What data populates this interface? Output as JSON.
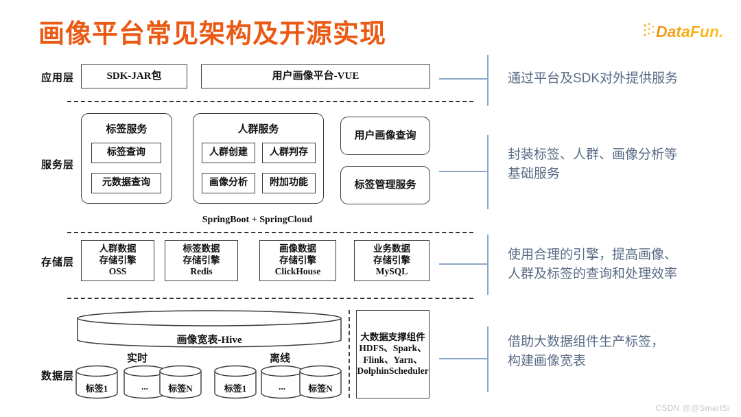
{
  "title": "画像平台常见架构及开源实现",
  "brand": {
    "logo_text": "DataFun.",
    "logo_name": "datafun-logo"
  },
  "watermark": "CSDN @@SmartSi",
  "colors": {
    "title_orange": "#EA5A14",
    "logo_orange": "#F0951E",
    "logo_yellow": "#FBC02D",
    "annotation_blue": "#5a6b86",
    "bracket_blue": "#8aa7c8",
    "box_border": "#3a3a3a"
  },
  "layers": {
    "app": {
      "label": "应用层"
    },
    "service": {
      "label": "服务层"
    },
    "storage": {
      "label": "存储层"
    },
    "data": {
      "label": "数据层"
    }
  },
  "app_layer": {
    "boxes": [
      {
        "label": "SDK-JAR包"
      },
      {
        "label": "用户画像平台-VUE"
      }
    ]
  },
  "service_layer": {
    "groups": [
      {
        "title": "标签服务",
        "items": [
          {
            "label": "标签查询"
          },
          {
            "label": "元数据查询"
          }
        ]
      },
      {
        "title": "人群服务",
        "items": [
          {
            "label": "人群创建"
          },
          {
            "label": "人群判存"
          },
          {
            "label": "画像分析"
          },
          {
            "label": "附加功能"
          }
        ]
      }
    ],
    "side_boxes": [
      {
        "label": "用户画像查询"
      },
      {
        "label": "标签管理服务"
      }
    ],
    "framework_caption": "SpringBoot + SpringCloud"
  },
  "storage_layer": {
    "engines": [
      {
        "line1": "人群数据",
        "line2": "存储引擎",
        "line3": "OSS"
      },
      {
        "line1": "标签数据",
        "line2": "存储引擎",
        "line3": "Redis"
      },
      {
        "line1": "画像数据",
        "line2": "存储引擎",
        "line3": "ClickHouse"
      },
      {
        "line1": "业务数据",
        "line2": "存储引擎",
        "line3": "MySQL"
      }
    ]
  },
  "data_layer": {
    "wide_table": "画像宽表-Hive",
    "streams": [
      {
        "label": "实时",
        "tags": [
          "标签1",
          "...",
          "标签N"
        ]
      },
      {
        "label": "离线",
        "tags": [
          "标签1",
          "...",
          "标签N"
        ]
      }
    ],
    "support_box": {
      "line1": "大数据支撑组件",
      "line2": "HDFS、Spark、",
      "line3": "Flink、Yarn、",
      "line4": "DolphinScheduler"
    }
  },
  "annotations": [
    {
      "text": "通过平台及SDK对外提供服务"
    },
    {
      "text": "封装标签、人群、画像分析等\n基础服务"
    },
    {
      "text": "使用合理的引擎，提高画像、\n人群及标签的查询和处理效率"
    },
    {
      "text": "借助大数据组件生产标签，\n构建画像宽表"
    }
  ]
}
